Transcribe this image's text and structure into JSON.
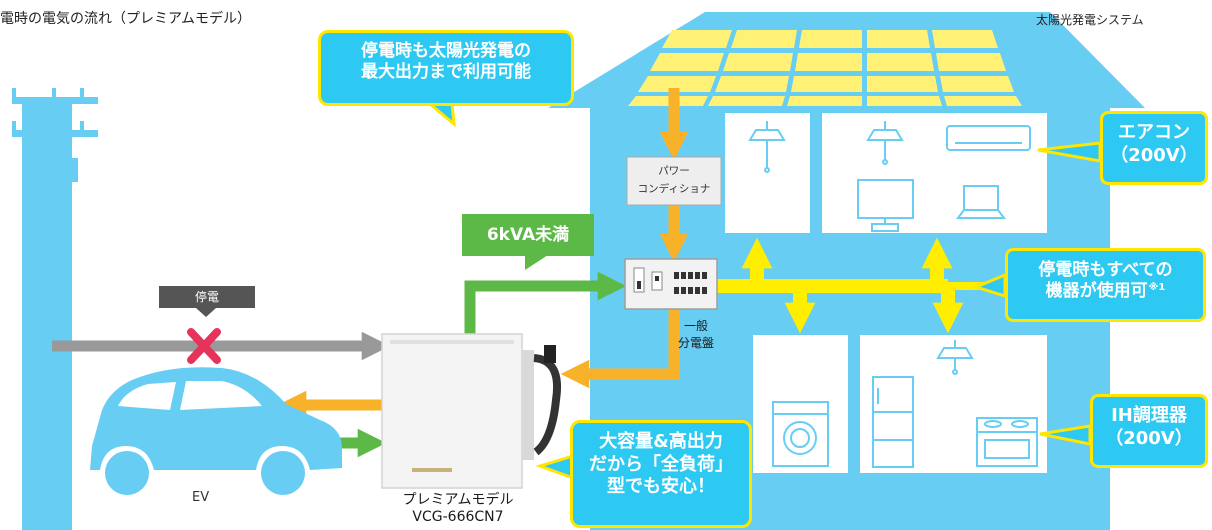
{
  "diagram_title": "電時の電気の流れ（プレミアムモデル）",
  "solar_system_label": "太陽光発電システム",
  "solar_callout": [
    "停電時も太陽光発電の",
    "最大出力まで利用可能"
  ],
  "power_conditioner_label": [
    "パワー",
    "コンディショナ"
  ],
  "panel_label": [
    "一般",
    "分電盤"
  ],
  "kva_label": "6kVA未満",
  "outage_label": "停電",
  "ev_label": "EV",
  "product_label": [
    "プレミアムモデル",
    "VCG-666CN7"
  ],
  "aircon_callout": [
    "エアコン",
    "（200V）"
  ],
  "all_devices_callout": [
    "停電時もすべての",
    "機器が使用可"
  ],
  "all_devices_note": "※1",
  "ih_callout": [
    "IH調理器",
    "（200V）"
  ],
  "capacity_callout": [
    "大容量&高出力",
    "だから「全負荷」",
    "型でも安心！"
  ],
  "colors": {
    "house_blue": "#67cdf3",
    "solar_yellow": "#fff176",
    "flow_orange": "#f8b22a",
    "flow_green": "#5cb847",
    "flow_yellow": "#ffee00",
    "grid_gray": "#999999",
    "outage_red": "#e6335a",
    "callout_blue": "#2ec9f2"
  }
}
